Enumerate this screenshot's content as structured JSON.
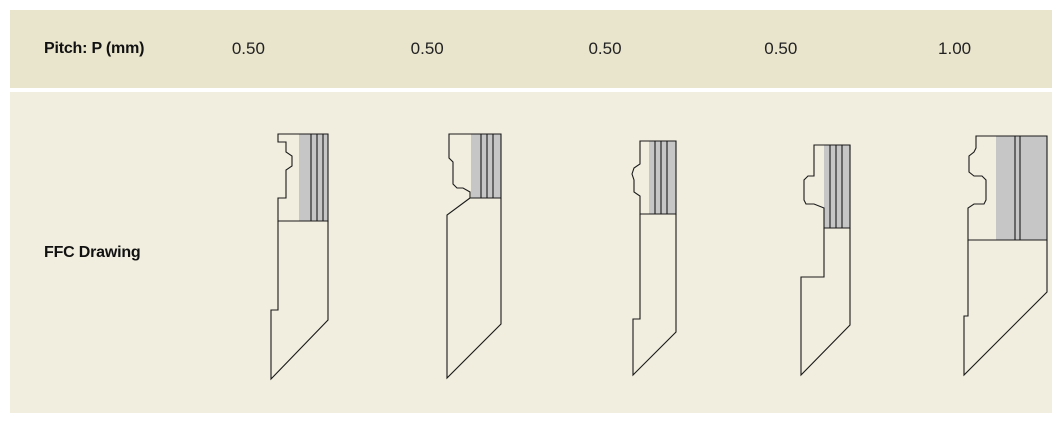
{
  "table": {
    "pitch_row": {
      "label": "Pitch: P (mm)",
      "values": [
        "0.50",
        "0.50",
        "0.50",
        "0.50",
        "1.00"
      ]
    },
    "drawing_row": {
      "label": "FFC Drawing"
    }
  },
  "colors": {
    "header_row_bg": "#e9e4cc",
    "body_row_bg": "#f1eedf",
    "conductor_fill": "#c6c6c6",
    "outline": "#1a1a1a"
  }
}
